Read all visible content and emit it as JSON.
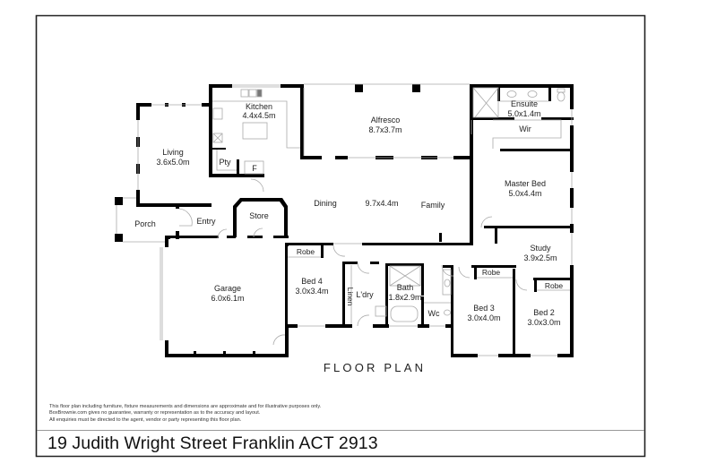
{
  "plan": {
    "title": "FLOOR PLAN",
    "address": "19 Judith Wright Street Franklin ACT 2913",
    "disclaimer": [
      "This floor plan including furniture, fixture measurements and dimensions are approximate and for illustrative purposes only.",
      "BoxBrownie.com gives no guarantee, warranty or representation as to the accuracy and layout.",
      "All enquiries must be directed to the agent, vendor or party representing this floor plan."
    ]
  },
  "rooms": {
    "kitchen": {
      "name": "Kitchen",
      "size": "4.4x4.5m"
    },
    "alfresco": {
      "name": "Alfresco",
      "size": "8.7x3.7m"
    },
    "ensuite": {
      "name": "Ensuite",
      "size": "5.0x1.4m"
    },
    "wir": {
      "name": "Wir"
    },
    "living": {
      "name": "Living",
      "size": "3.6x5.0m"
    },
    "pantry": {
      "name": "Pty"
    },
    "fridge": {
      "name": "F"
    },
    "master_bed": {
      "name": "Master Bed",
      "size": "5.0x4.4m"
    },
    "dining": {
      "name": "Dining"
    },
    "dining_family_size": "9.7x4.4m",
    "family": {
      "name": "Family"
    },
    "porch": {
      "name": "Porch"
    },
    "entry": {
      "name": "Entry"
    },
    "store": {
      "name": "Store"
    },
    "study": {
      "name": "Study",
      "size": "3.9x2.5m"
    },
    "robe_bed4": {
      "name": "Robe"
    },
    "robe_bed3": {
      "name": "Robe"
    },
    "robe_bed2": {
      "name": "Robe"
    },
    "garage": {
      "name": "Garage",
      "size": "6.0x6.1m"
    },
    "bed4": {
      "name": "Bed 4",
      "size": "3.0x3.4m"
    },
    "linen": {
      "name": "Linen"
    },
    "laundry": {
      "name": "L'dry"
    },
    "bath": {
      "name": "Bath",
      "size": "1.8x2.9m"
    },
    "wc": {
      "name": "Wc"
    },
    "bed3": {
      "name": "Bed 3",
      "size": "3.0x4.0m"
    },
    "bed2": {
      "name": "Bed 2",
      "size": "3.0x3.0m"
    }
  },
  "colors": {
    "wall": "#000000",
    "fixture": "#bbbbbb",
    "border": "#222222",
    "background": "#ffffff"
  }
}
